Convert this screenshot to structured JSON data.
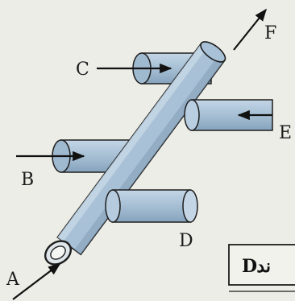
{
  "diagram": {
    "labels": {
      "A": "A",
      "B": "B",
      "C": "C",
      "D": "D",
      "E": "E",
      "F": "F"
    },
    "caption": {
      "letter": "D",
      "fragment": "ند"
    }
  },
  "colors": {
    "background": "#ecede6",
    "pipe_fill": "#a9c1d6",
    "pipe_shadow": "#7e9bb5",
    "pipe_highlight": "#c9dbe8",
    "pipe_outline": "#1e1e1e",
    "arrow": "#111111"
  }
}
